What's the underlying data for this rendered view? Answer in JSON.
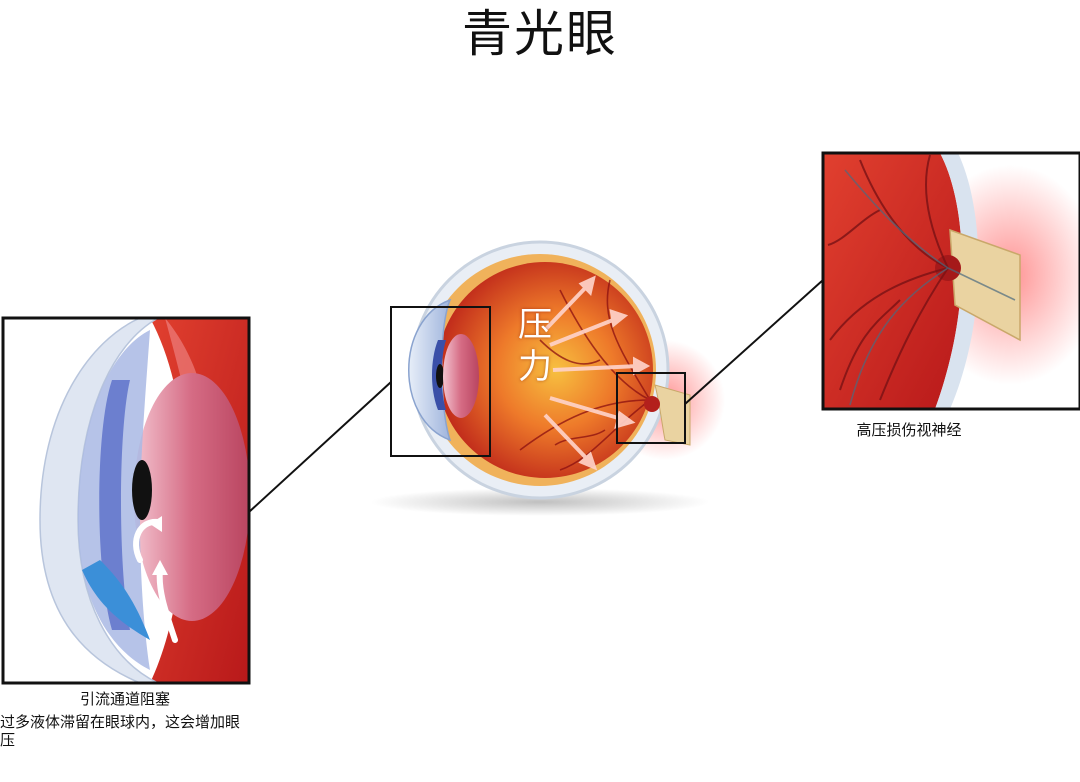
{
  "title": "青光眼",
  "pressure_label": {
    "line1": "压",
    "line2": "力"
  },
  "drainage_callout": {
    "title": "引流通道阻塞",
    "description": "过多液体滞留在眼球内，这会增加眼压"
  },
  "optic_nerve_callout": {
    "title": "高压损伤视神经"
  },
  "colors": {
    "retina": "#c8211d",
    "choroid": "#e2532a",
    "sclera": "#eef2f6",
    "cornea": "#a9bfe0",
    "nerve": "#ead3a1",
    "frame": "#111111"
  }
}
